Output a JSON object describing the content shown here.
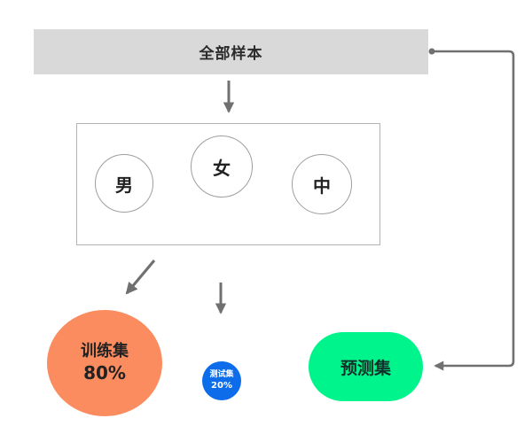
{
  "diagram": {
    "nodes": {
      "all_samples": {
        "label": "全部样本",
        "bg": "#D9D9D9"
      },
      "male": {
        "label": "男"
      },
      "female": {
        "label": "女"
      },
      "neutral": {
        "label": "中"
      },
      "training": {
        "label": "训练集",
        "value": "80%",
        "bg": "#FA8C5F"
      },
      "test": {
        "label": "测试集",
        "value": "20%",
        "bg": "#0C6CE9"
      },
      "prediction": {
        "label": "预测集",
        "bg": "#00F48C"
      }
    },
    "colors": {
      "connector": "#707070",
      "box_border": "#B3B3B3",
      "circle_border": "#9E9E9E",
      "bar_text": "#2B2B2B",
      "dark_text": "#222222",
      "light_text": "#FFFFFF",
      "background": "#FFFFFF"
    }
  }
}
